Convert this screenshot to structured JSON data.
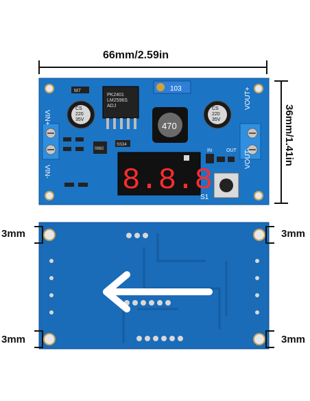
{
  "dimensions": {
    "width": "66mm/2.59in",
    "height": "36mm/1.41in",
    "hole_top_left": "3mm",
    "hole_top_right": "3mm",
    "hole_bottom_left": "3mm",
    "hole_bottom_right": "3mm"
  },
  "board_top": {
    "chip": "PK2401\nLM2596S\nADJ",
    "inductor": "470",
    "capacitor_left": "CS\n220\n35V",
    "capacitor_right": "CS\n220\n35V",
    "pot": "103",
    "display_digits": "8.8.8",
    "vin_plus": "VIN+",
    "vin_minus": "VIN-",
    "vout_plus": "VOUT+",
    "vout_minus": "VOUT-",
    "s1": "S1",
    "in_label": "IN",
    "out_label": "OUT",
    "ic_small": "0882",
    "ic_ss34": "SS34",
    "m7": "M7"
  },
  "colors": {
    "pcb_blue": "#1c74c4",
    "pcb_blue_dark": "#165fa6",
    "terminal_blue": "#2f8fe0"
  }
}
